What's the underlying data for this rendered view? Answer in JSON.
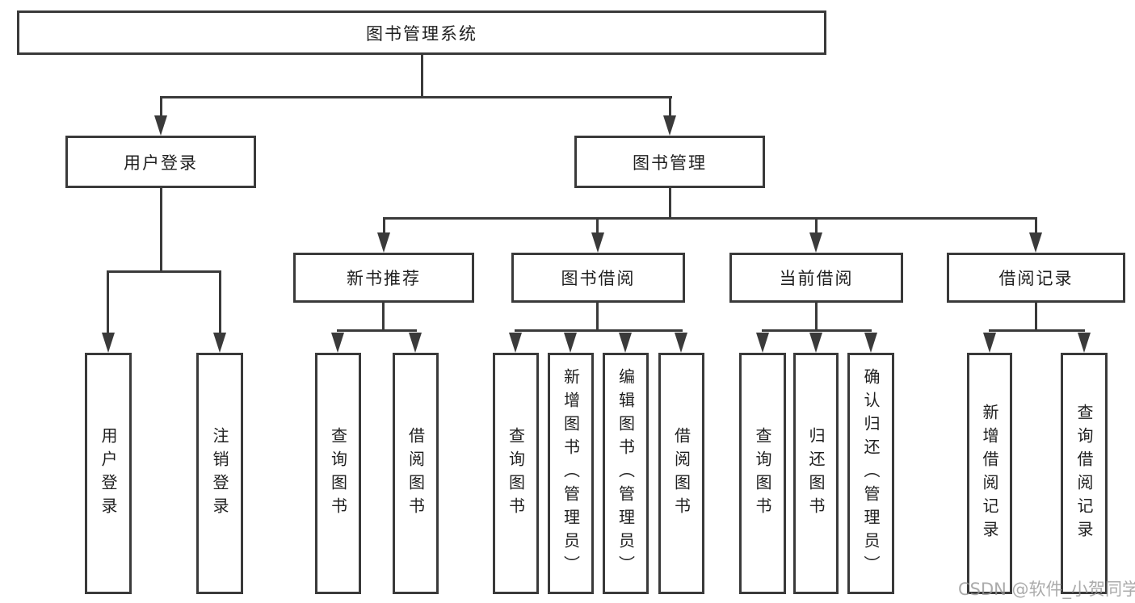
{
  "diagram": {
    "title": "图书管理系统",
    "level2": [
      {
        "label": "用户登录",
        "children": [
          "用户登录",
          "注销登录"
        ]
      },
      {
        "label": "图书管理",
        "groups": [
          {
            "label": "新书推荐",
            "children": [
              "查询图书",
              "借阅图书"
            ]
          },
          {
            "label": "图书借阅",
            "children": [
              "查询图书",
              "新增图书（管理员）",
              "编辑图书（管理员）",
              "借阅图书"
            ]
          },
          {
            "label": "当前借阅",
            "children": [
              "查询图书",
              "归还图书",
              "确认归还（管理员）"
            ]
          },
          {
            "label": "借阅记录",
            "children": [
              "新增借阅记录",
              "查询借阅记录"
            ]
          }
        ]
      }
    ]
  },
  "watermark": "CSDN @软件_小贺同学",
  "colors": {
    "line": "#3a3a3a",
    "text": "#1f1f1f",
    "watermark": "#969696"
  }
}
